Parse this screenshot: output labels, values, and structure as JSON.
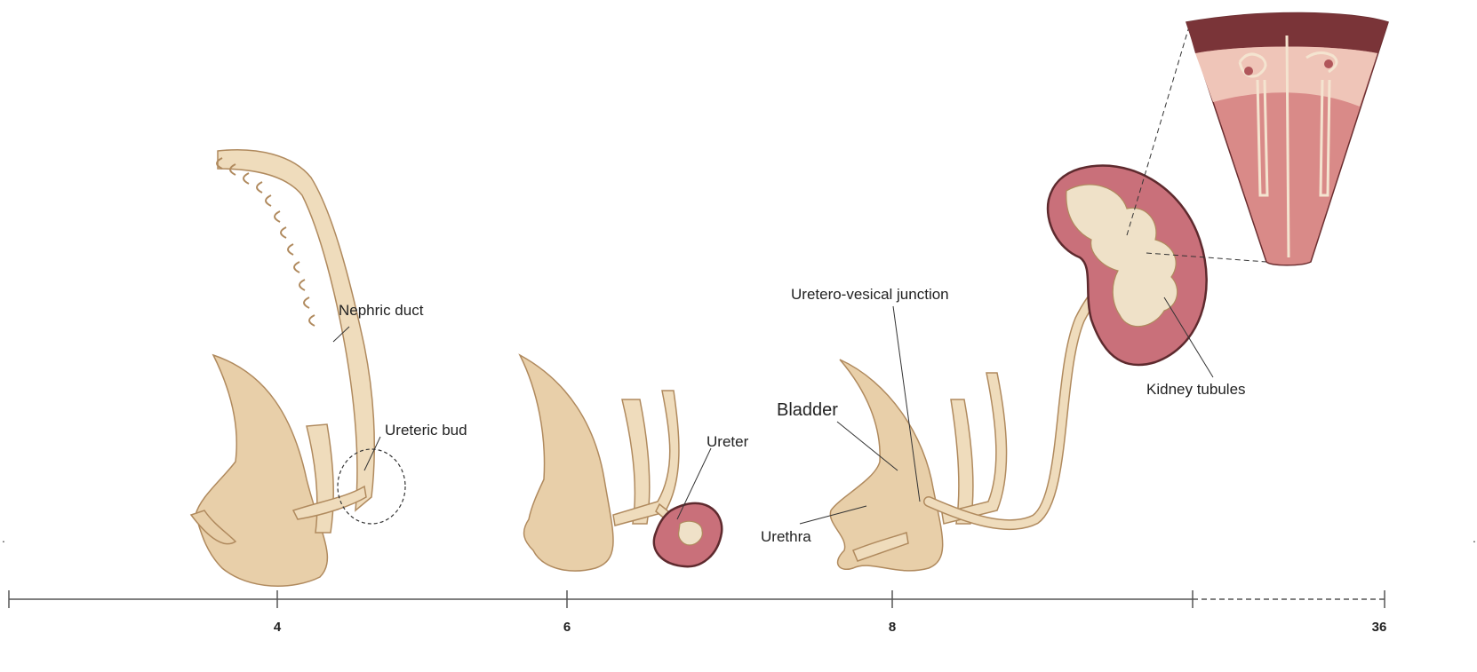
{
  "labels": {
    "nephric_duct": "Nephric duct",
    "ureteric_bud": "Ureteric bud",
    "ureter": "Ureter",
    "uretero_vesical_junction": "Uretero-vesical junction",
    "bladder": "Bladder",
    "urethra": "Urethra",
    "kidney_tubules": "Kidney tubules"
  },
  "timeline": {
    "ticks": [
      "4",
      "6",
      "8",
      "36"
    ]
  },
  "colors": {
    "tissue": "#e8cfa9",
    "kidney": "#c9707a",
    "kidney_outline": "#5e2a2e",
    "line": "#555555"
  }
}
